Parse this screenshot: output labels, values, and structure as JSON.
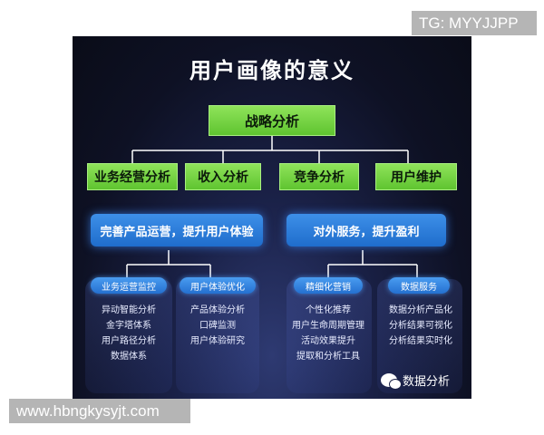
{
  "watermark_top": "TG: MYYJJPP",
  "watermark_bottom": "www.hbngkysyjt.com",
  "diagram": {
    "title": "用户画像的意义",
    "root": "战略分析",
    "level1": [
      "业务经营分析",
      "收入分析",
      "竞争分析",
      "用户维护"
    ],
    "groups": [
      {
        "label": "完善产品运营，提升用户体验",
        "cards": [
          {
            "label": "业务运营监控",
            "items": [
              "异动智能分析",
              "金字塔体系",
              "用户路径分析",
              "数据体系"
            ]
          },
          {
            "label": "用户体验优化",
            "items": [
              "产品体验分析",
              "口碑监测",
              "用户体验研究"
            ]
          }
        ]
      },
      {
        "label": "对外服务，提升盈利",
        "cards": [
          {
            "label": "精细化营销",
            "items": [
              "个性化推荐",
              "用户生命周期管理",
              "活动效果提升",
              "提取和分析工具"
            ]
          },
          {
            "label": "数据服务",
            "items": [
              "数据分析产品化",
              "分析结果可视化",
              "分析结果实时化"
            ]
          }
        ]
      }
    ],
    "brand": "数据分析",
    "colors": {
      "green": "#6fd23e",
      "blue": "#2a7fe0",
      "background": "#0e1124"
    }
  }
}
